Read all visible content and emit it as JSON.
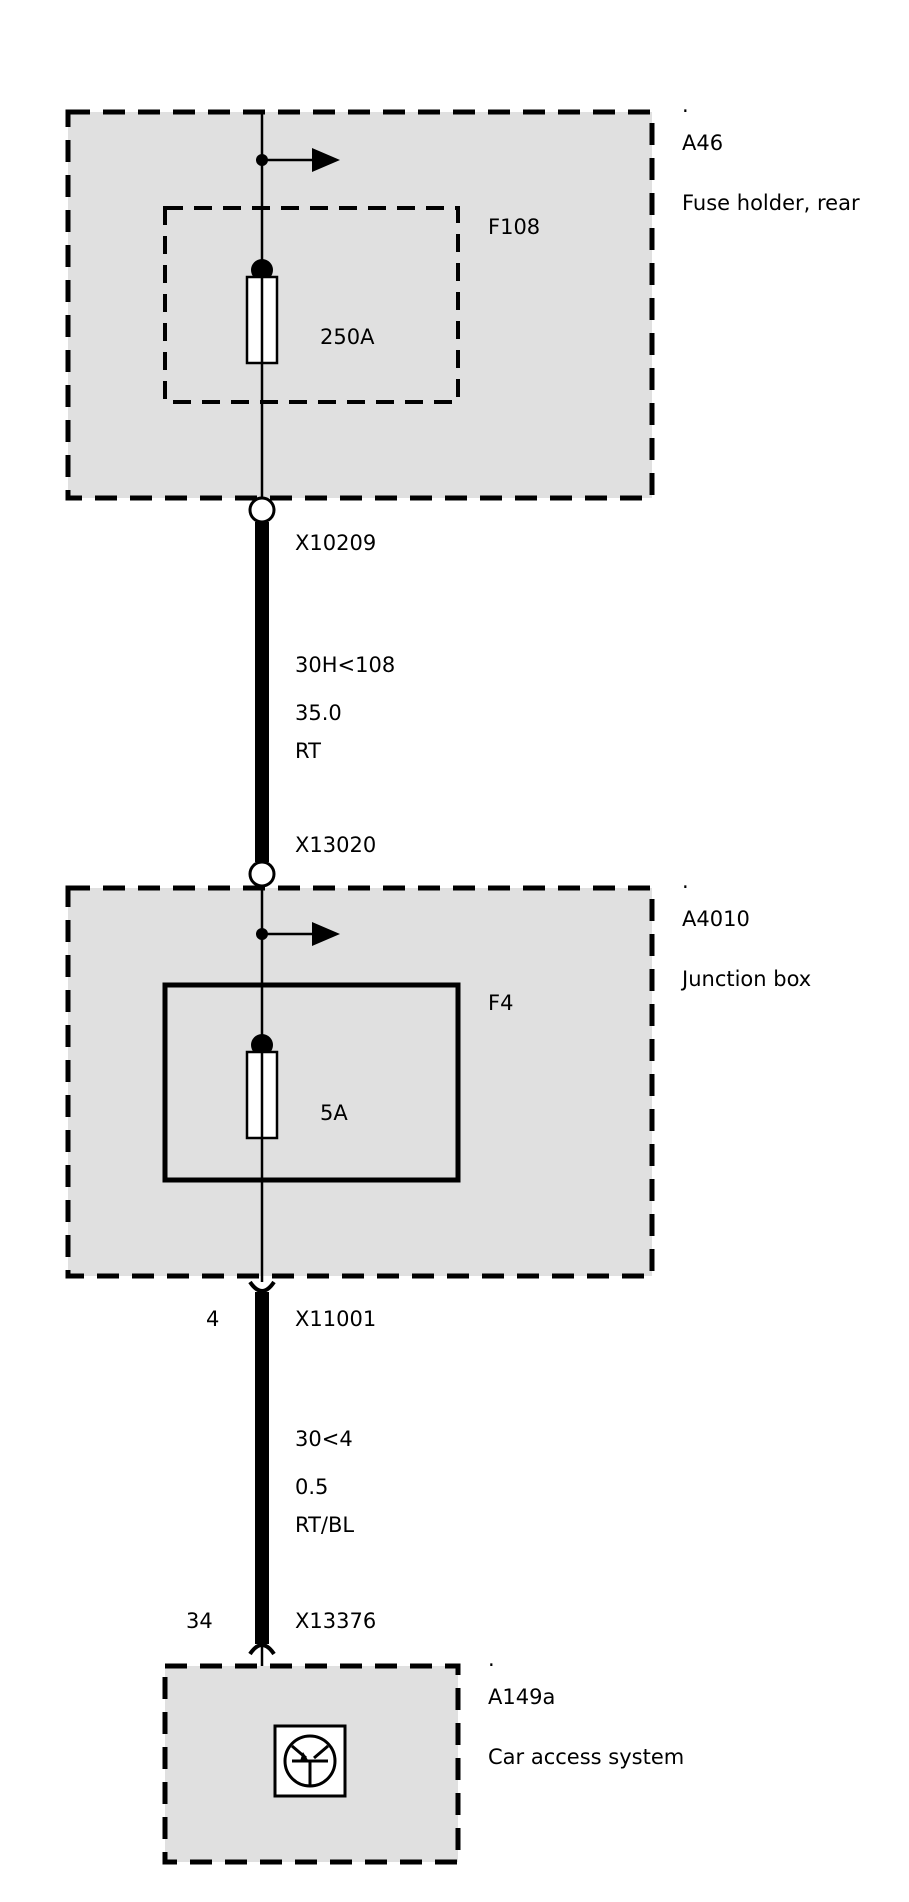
{
  "modules": [
    {
      "id": "A46",
      "dot": ".",
      "label": "A46",
      "description": "Fuse holder, rear"
    },
    {
      "id": "A4010",
      "dot": ".",
      "label": "A4010",
      "description": "Junction box"
    },
    {
      "id": "A149a",
      "dot": ".",
      "label": "A149a",
      "description": "Car access system"
    }
  ],
  "fuses": [
    {
      "label": "F108",
      "rating": "250A"
    },
    {
      "label": "F4",
      "rating": "5A"
    }
  ],
  "connectors": [
    {
      "label": "X10209"
    },
    {
      "label": "X13020"
    },
    {
      "label": "X11001",
      "pin": "4"
    },
    {
      "label": "X13376",
      "pin": "34"
    }
  ],
  "wires": [
    {
      "signal": "30H<108",
      "size": "35.0",
      "color": "RT"
    },
    {
      "signal": "30<4",
      "size": "0.5",
      "color": "RT/BL"
    }
  ]
}
